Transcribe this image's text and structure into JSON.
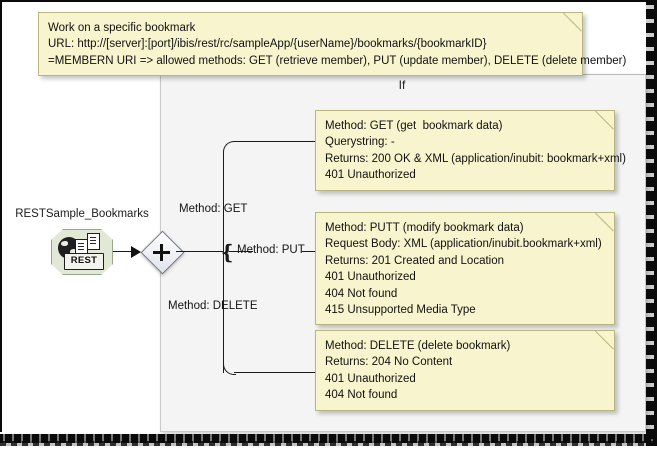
{
  "diagram": {
    "title_note": {
      "lines": [
        "Work on a specific bookmark",
        "URL: http://[server]:[port]/ibis/rest/rc/sampleApp/{userName}/bookmarks/{bookmarkID}",
        "=MEMBERN URI => allowed methods: GET (retrieve member), PUT (update member), DELETE (delete member)"
      ]
    },
    "container": {
      "label": "If"
    },
    "start_node": {
      "label": "RESTSample_Bookmarks",
      "badge": "REST",
      "icon": "rest-service-icon"
    },
    "gateway": {
      "icon": "plus-gateway-icon",
      "symbol": "+"
    },
    "branches": [
      {
        "label": "Method: GET"
      },
      {
        "label": "Method: PUT"
      },
      {
        "label": "Method: DELETE"
      }
    ],
    "notes": {
      "get": {
        "lines": [
          "Method: GET (get  bookmark data)",
          "Querystring: -",
          "Returns: 200 OK & XML (application/inubit: bookmark+xml)",
          "401 Unauthorized"
        ]
      },
      "put": {
        "lines": [
          "Method: PUTT (modify bookmark data)",
          "Request Body: XML (application/inubit.bookmark+xml)",
          "Returns: 201 Created and Location",
          "401 Unauthorized",
          "404 Not found",
          "415 Unsupported Media Type"
        ]
      },
      "delete": {
        "lines": [
          "Method: DELETE (delete bookmark)",
          "Returns: 204 No Content",
          "401 Unauthorized",
          "404 Not found"
        ]
      }
    },
    "colors": {
      "note_background": "#f8f4cd",
      "note_border": "#b9b581",
      "container_background": "#f4f4f4",
      "container_border": "#c9c9c9",
      "module_background": "#e1e8d6",
      "line": "#1a1a1a",
      "page_border": "#0a0a0a"
    }
  }
}
